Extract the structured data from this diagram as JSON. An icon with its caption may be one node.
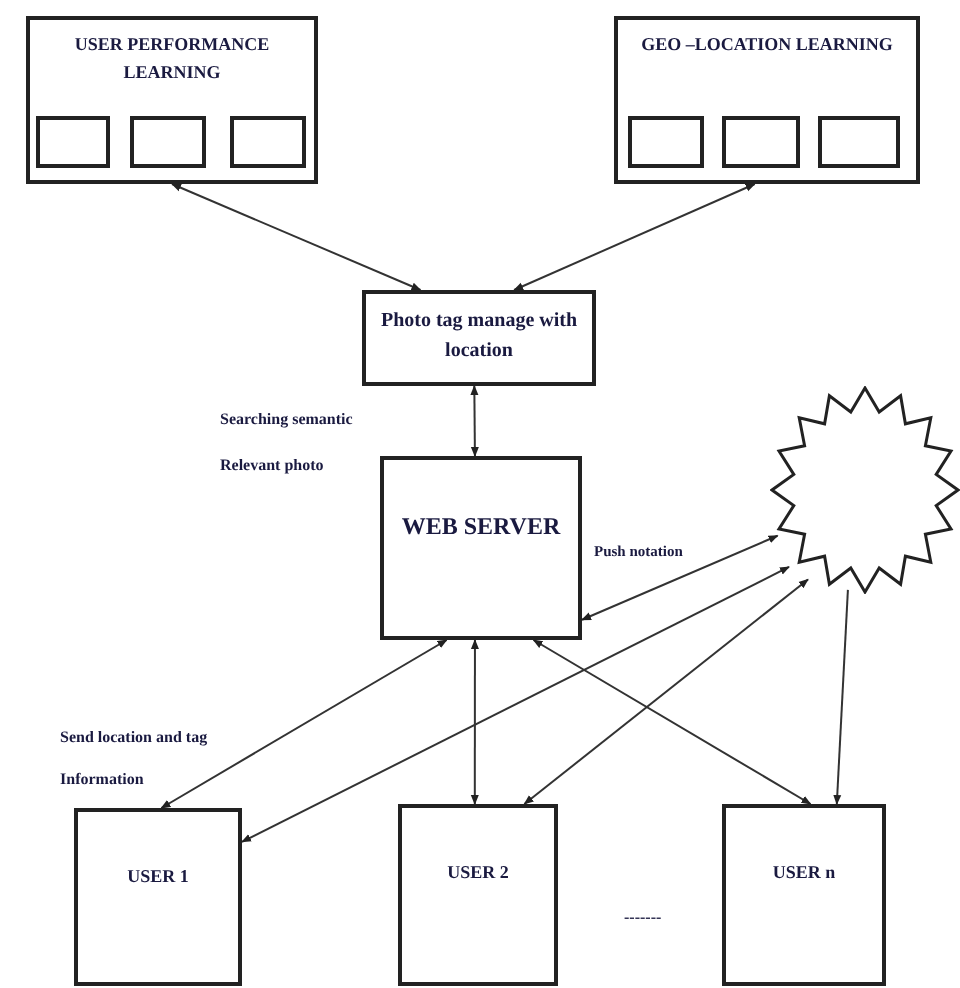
{
  "diagram": {
    "nodes": [
      {
        "text": [
          "USER PERFORMANCE LEARNING"
        ]
      },
      {
        "text": [],
        "shape": "box",
        "in": 0
      },
      {
        "text": [],
        "shape": "box",
        "in": 0
      },
      {
        "text": [],
        "shape": "box",
        "in": 0
      },
      {
        "text": [
          "GEO –LOCATION LEARNING"
        ]
      },
      {
        "text": [],
        "shape": "box",
        "in": 4
      },
      {
        "text": [],
        "shape": "box",
        "in": 4
      },
      {
        "text": [],
        "shape": "box",
        "in": 4
      },
      {
        "text": [
          "Photo tag manage with location"
        ]
      },
      {
        "text": [
          "WEB SERVER"
        ]
      },
      {
        "text": [],
        "shape": "star"
      },
      {
        "text": [
          "USER 1"
        ]
      },
      {
        "text": [
          "USER 2"
        ]
      },
      {
        "text": [
          "USER n"
        ]
      }
    ],
    "edges": [
      {
        "from": 0,
        "to": 8,
        "arrow": "both"
      },
      {
        "from": 4,
        "to": 8,
        "arrow": "both"
      },
      {
        "from": 8,
        "to": 9,
        "arrow": "both"
      },
      {
        "from": 10,
        "to": 9,
        "arrow": "both",
        "label": "Push notation"
      },
      {
        "from": 10,
        "to": 11,
        "arrow": "both"
      },
      {
        "from": 10,
        "to": 12,
        "arrow": "both"
      },
      {
        "from": 10,
        "to": 13,
        "arrow": "to"
      },
      {
        "from": 9,
        "to": 11,
        "arrow": "both"
      },
      {
        "from": 9,
        "to": 12,
        "arrow": "both"
      },
      {
        "from": 9,
        "to": 13,
        "arrow": "both"
      }
    ],
    "labels": [
      "Searching semantic",
      "Relevant photo",
      "Send location and tag",
      "Information",
      "-------"
    ]
  }
}
